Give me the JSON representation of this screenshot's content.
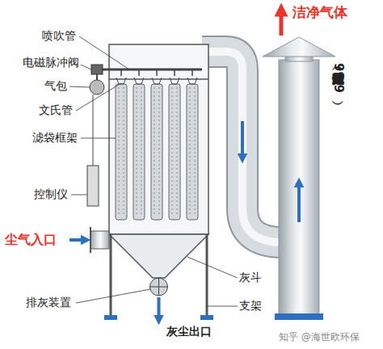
{
  "diagram": {
    "labels": [
      "洁净气体",
      "喷吹管",
      "电磁脉冲阀",
      "气包",
      "文氏管",
      "滤袋框架",
      "控制仪",
      "尘气入口",
      "灰斗",
      "支架",
      "排灰装置",
      "灰尘出口",
      "干净气体（除尘达99.9）",
      "知乎 @海世欧环保"
    ]
  }
}
